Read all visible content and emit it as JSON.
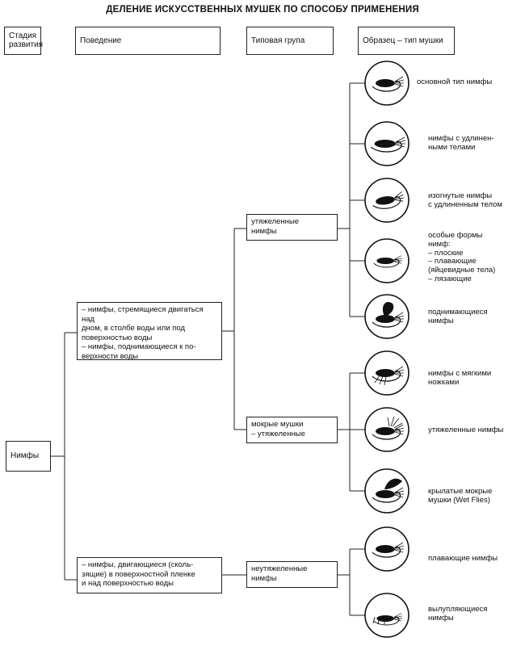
{
  "title": "ДЕЛЕНИЕ ИСКУССТВЕННЫХ МУШЕК ПО СПОСОБУ ПРИМЕНЕНИЯ",
  "headers": {
    "stage": "Стадия\nразвития",
    "behavior": "Поведение",
    "group": "Типовая група",
    "sample": "Образец – тип мушки"
  },
  "stage": "Нимфы",
  "behaviors": [
    "– нимфы, стремящиеся двигаться над\nдном, в столбе воды или под\nповерхностью воды\n– нимфы, поднимающиеся к по-\nверхности воды",
    "– нимфы, двигающиеся (сколь-\nзящие) в поверхностной пленке\nи над поверхностью воды"
  ],
  "groups": [
    "утяжеленные\nнимфы",
    "мокрые мушки\n– утяжеленные",
    "неутяжеленные\nнимфы"
  ],
  "samples": [
    {
      "label": "основной тип нимфы",
      "icon": "nymph-fly-icon"
    },
    {
      "label": "нимфы с удлинен-\nными телами",
      "icon": "long-body-nymph-icon"
    },
    {
      "label": "изогнутые нимфы\nс удлиненным телом",
      "icon": "curved-nymph-icon"
    },
    {
      "label": "особые формы\nнимф:\n– плоские\n– плавающие\n  (яйцевидные тела)\n– лязающие",
      "icon": "special-nymph-icon"
    },
    {
      "label": "поднимающиеся\nнимфы",
      "icon": "rising-nymph-icon"
    },
    {
      "label": "нимфы с мягкими\nножками",
      "icon": "soft-hackle-nymph-icon"
    },
    {
      "label": "утяжеленные нимфы",
      "icon": "weighted-nymph-icon"
    },
    {
      "label": "крылатые мокрые\nмушки (Wet Flies)",
      "icon": "winged-wet-fly-icon"
    },
    {
      "label": "плавающие нимфы",
      "icon": "floating-nymph-icon"
    },
    {
      "label": "вылупляющиеся\nнимфы",
      "icon": "emerger-nymph-icon"
    }
  ]
}
